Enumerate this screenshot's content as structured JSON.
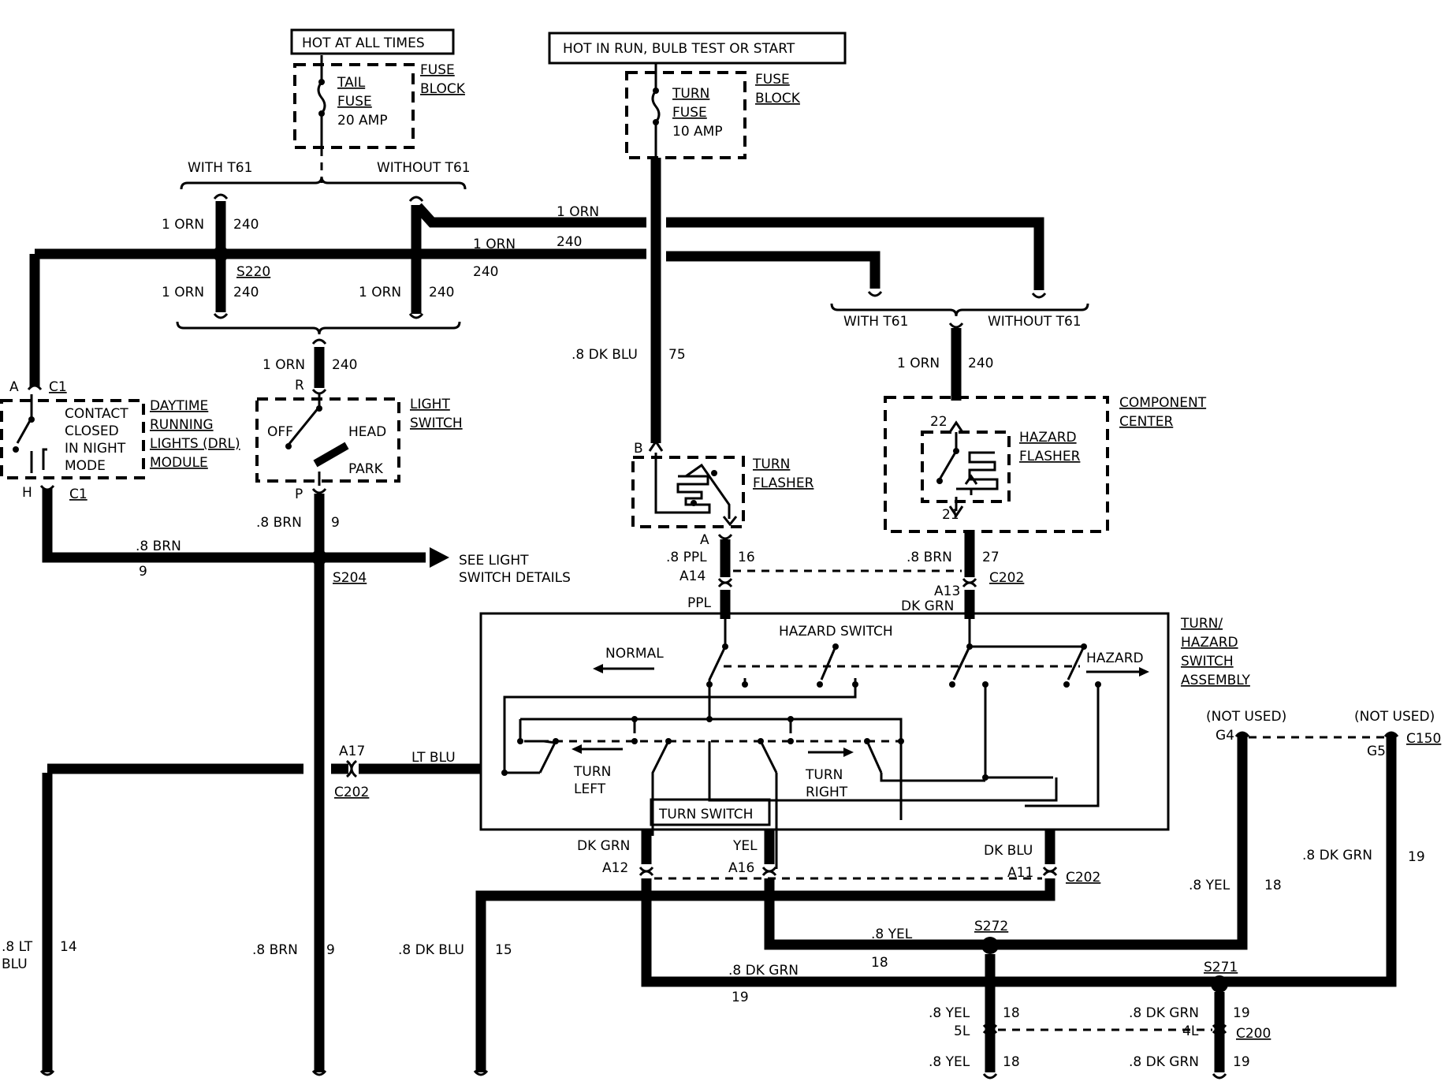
{
  "sources": {
    "hot_at_all_times": "HOT AT ALL TIMES",
    "hot_in_run": "HOT IN RUN, BULB TEST OR START"
  },
  "fuse_block": "FUSE",
  "fuse_block_2": "BLOCK",
  "tail_fuse": [
    "TAIL",
    "FUSE",
    "20 AMP"
  ],
  "turn_fuse": [
    "TURN",
    "FUSE",
    "10 AMP"
  ],
  "options": {
    "with": "WITH T61",
    "without": "WITHOUT T61"
  },
  "wires": {
    "orn": "1 ORN",
    "c240": "240",
    "dk_blu_75_label": ".8 DK BLU",
    "c75": "75",
    "brn_label": ".8 BRN",
    "c9": "9",
    "ppl_label": ".8 PPL",
    "c16": "16",
    "c27": "27",
    "ppl": "PPL",
    "dk_grn": "DK GRN",
    "lt_blu": "LT BLU",
    "yel": "YEL",
    "dk_blu": "DK BLU",
    "lt_blu_14_a": ".8 LT",
    "lt_blu_14_b": "BLU",
    "c14": "14",
    "dk_blu_15_label": ".8 DK BLU",
    "c15": "15",
    "yel_label": ".8 YEL",
    "c18": "18",
    "dk_grn_label": ".8 DK GRN",
    "c19": "19"
  },
  "splices": {
    "s220": "S220",
    "s204": "S204",
    "s272": "S272",
    "s271": "S271"
  },
  "connectors": {
    "c1": "C1",
    "a": "A",
    "h": "H",
    "r": "R",
    "p": "P",
    "b": "B",
    "a14": "A14",
    "a13": "A13",
    "c202": "C202",
    "a17": "A17",
    "a12": "A12",
    "a16": "A16",
    "a11": "A11",
    "g4": "G4",
    "g5": "G5",
    "c150": "C150",
    "c200": "C200",
    "pin5l": "5L",
    "pin4l": "4L",
    "pin22": "22",
    "pin21": "21"
  },
  "drl": {
    "contact": [
      "CONTACT",
      "CLOSED",
      "IN NIGHT",
      "MODE"
    ],
    "module": [
      "DAYTIME",
      "RUNNING",
      "LIGHTS (DRL)",
      "MODULE"
    ]
  },
  "light_switch": {
    "title": [
      "LIGHT",
      "SWITCH"
    ],
    "off": "OFF",
    "head": "HEAD",
    "park": "PARK"
  },
  "see_details": [
    "SEE LIGHT",
    "SWITCH DETAILS"
  ],
  "turn_flasher": [
    "TURN",
    "FLASHER"
  ],
  "component_center": [
    "COMPONENT",
    "CENTER"
  ],
  "hazard_flasher": [
    "HAZARD",
    "FLASHER"
  ],
  "assembly": {
    "title": [
      "TURN/",
      "HAZARD",
      "SWITCH",
      "ASSEMBLY"
    ],
    "hazard_switch": "HAZARD SWITCH",
    "normal": "NORMAL",
    "hazard": "HAZARD",
    "turn_left": [
      "TURN",
      "LEFT"
    ],
    "turn_right": [
      "TURN",
      "RIGHT"
    ],
    "turn_switch": "TURN SWITCH"
  },
  "not_used": "(NOT USED)"
}
